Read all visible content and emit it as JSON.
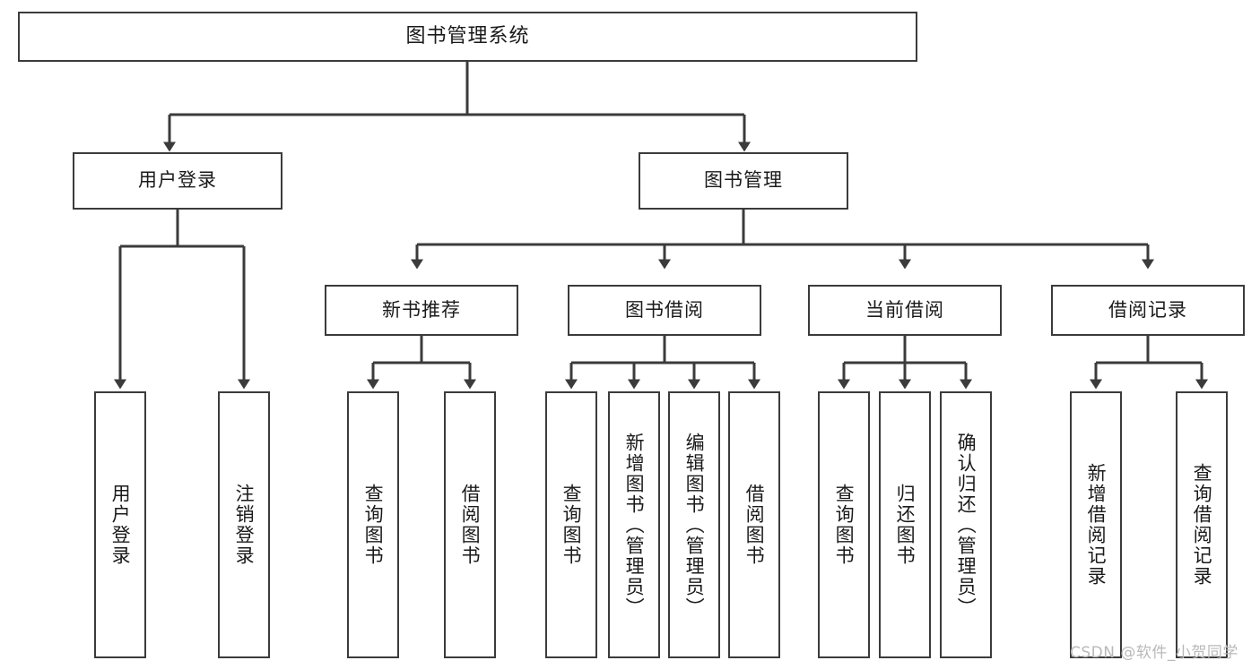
{
  "diagram": {
    "title": "图书管理系统",
    "type": "functional-structure-tree",
    "root": {
      "label": "图书管理系统"
    },
    "level2": [
      {
        "label": "用户登录"
      },
      {
        "label": "图书管理"
      }
    ],
    "level3": [
      {
        "label": "新书推荐"
      },
      {
        "label": "图书借阅"
      },
      {
        "label": "当前借阅"
      },
      {
        "label": "借阅记录"
      }
    ],
    "leaves": {
      "user_login": [
        {
          "label": "用户登录"
        },
        {
          "label": "注销登录"
        }
      ],
      "new_book_recommend": [
        {
          "label": "查询图书"
        },
        {
          "label": "借阅图书"
        }
      ],
      "book_borrow": [
        {
          "label": "查询图书"
        },
        {
          "label": "新增图书（管理员）"
        },
        {
          "label": "编辑图书（管理员）"
        },
        {
          "label": "借阅图书"
        }
      ],
      "current_borrow": [
        {
          "label": "查询图书"
        },
        {
          "label": "归还图书"
        },
        {
          "label": "确认归还（管理员）"
        }
      ],
      "borrow_record": [
        {
          "label": "新增借阅记录"
        },
        {
          "label": "查询借阅记录"
        }
      ]
    }
  },
  "watermark": {
    "text": "CSDN @软件_小贺同学"
  },
  "colors": {
    "border": "#3b3b3b",
    "line": "#3b3b3b",
    "text": "#1a1a1a",
    "background": "#ffffff",
    "watermark": "#b9b9b9"
  }
}
